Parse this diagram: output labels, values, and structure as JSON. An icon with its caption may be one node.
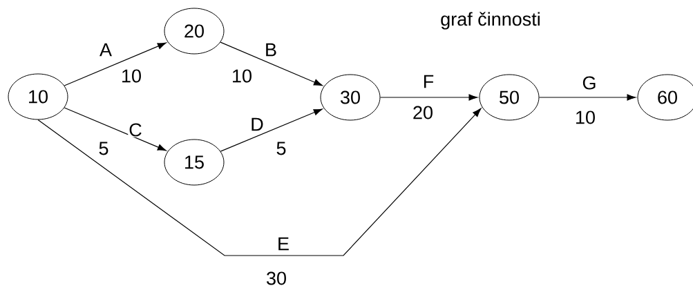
{
  "diagram": {
    "title": "graf činnosti",
    "nodes": [
      {
        "text": [
          "10"
        ]
      },
      {
        "text": [
          "20"
        ]
      },
      {
        "text": [
          "15"
        ]
      },
      {
        "text": [
          "30"
        ]
      },
      {
        "text": [
          "50"
        ]
      },
      {
        "text": [
          "60"
        ]
      }
    ],
    "edges": [
      {
        "from": 0,
        "to": 1,
        "arrow": "to",
        "label": "A"
      },
      {
        "from": 1,
        "to": 3,
        "arrow": "to",
        "label": "B"
      },
      {
        "from": 0,
        "to": 2,
        "arrow": "to",
        "label": "C"
      },
      {
        "from": 2,
        "to": 3,
        "arrow": "to",
        "label": "D"
      },
      {
        "from": 0,
        "to": 4,
        "arrow": "to",
        "label": "E"
      },
      {
        "from": 3,
        "to": 4,
        "arrow": "to",
        "label": "F"
      },
      {
        "from": 4,
        "to": 5,
        "arrow": "to",
        "label": "G"
      }
    ],
    "labels": [
      "10",
      "10",
      "5",
      "5",
      "30",
      "20",
      "10"
    ]
  }
}
